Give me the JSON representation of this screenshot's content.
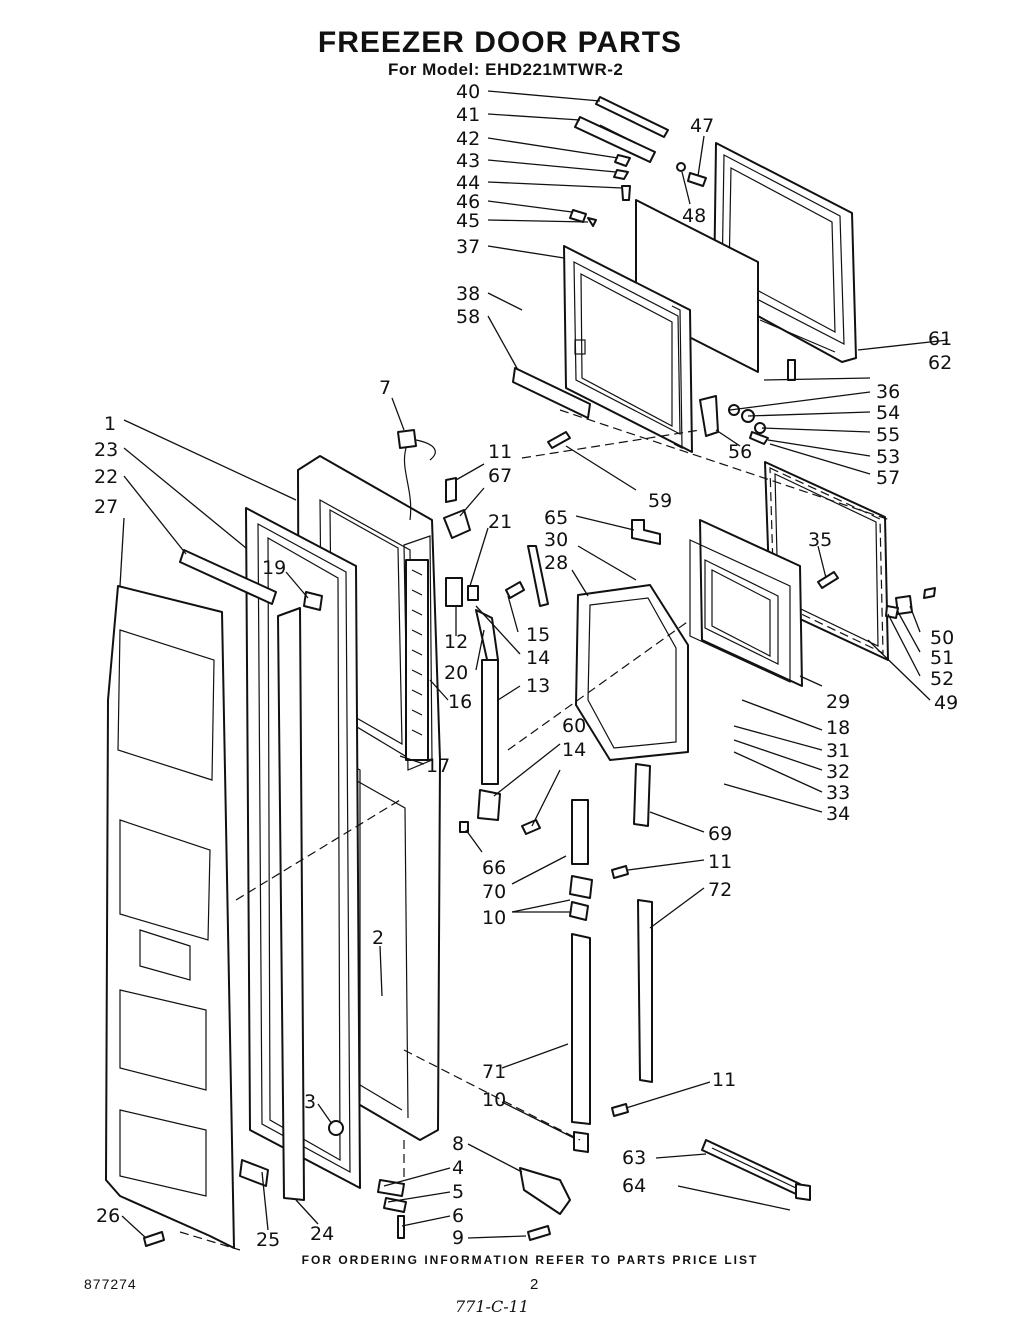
{
  "header": {
    "title": "FREEZER DOOR PARTS",
    "model_line": "For Model: EHD221MTWR-2"
  },
  "footer": {
    "ordering_note": "FOR ORDERING INFORMATION REFER TO PARTS PRICE LIST",
    "document_number": "877274",
    "page_number": "2",
    "handwritten_note": "771-C-11"
  },
  "callouts": [
    {
      "id": "c40",
      "label": "40"
    },
    {
      "id": "c41",
      "label": "41"
    },
    {
      "id": "c42",
      "label": "42"
    },
    {
      "id": "c43",
      "label": "43"
    },
    {
      "id": "c44",
      "label": "44"
    },
    {
      "id": "c46",
      "label": "46"
    },
    {
      "id": "c45",
      "label": "45"
    },
    {
      "id": "c47",
      "label": "47"
    },
    {
      "id": "c48",
      "label": "48"
    },
    {
      "id": "c37",
      "label": "37"
    },
    {
      "id": "c38",
      "label": "38"
    },
    {
      "id": "c58",
      "label": "58"
    },
    {
      "id": "c61",
      "label": "61"
    },
    {
      "id": "c62",
      "label": "62"
    },
    {
      "id": "c36",
      "label": "36"
    },
    {
      "id": "c54",
      "label": "54"
    },
    {
      "id": "c55",
      "label": "55"
    },
    {
      "id": "c53",
      "label": "53"
    },
    {
      "id": "c56",
      "label": "56"
    },
    {
      "id": "c57",
      "label": "57"
    },
    {
      "id": "c59",
      "label": "59"
    },
    {
      "id": "c7",
      "label": "7"
    },
    {
      "id": "c1",
      "label": "1"
    },
    {
      "id": "c23",
      "label": "23"
    },
    {
      "id": "c22",
      "label": "22"
    },
    {
      "id": "c27",
      "label": "27"
    },
    {
      "id": "c11a",
      "label": "11"
    },
    {
      "id": "c67",
      "label": "67"
    },
    {
      "id": "c21",
      "label": "21"
    },
    {
      "id": "c65",
      "label": "65"
    },
    {
      "id": "c30",
      "label": "30"
    },
    {
      "id": "c28",
      "label": "28"
    },
    {
      "id": "c35",
      "label": "35"
    },
    {
      "id": "c19",
      "label": "19"
    },
    {
      "id": "c12",
      "label": "12"
    },
    {
      "id": "c15",
      "label": "15"
    },
    {
      "id": "c14a",
      "label": "14"
    },
    {
      "id": "c20",
      "label": "20"
    },
    {
      "id": "c13",
      "label": "13"
    },
    {
      "id": "c16",
      "label": "16"
    },
    {
      "id": "c50",
      "label": "50"
    },
    {
      "id": "c51",
      "label": "51"
    },
    {
      "id": "c52",
      "label": "52"
    },
    {
      "id": "c29",
      "label": "29"
    },
    {
      "id": "c49",
      "label": "49"
    },
    {
      "id": "c18",
      "label": "18"
    },
    {
      "id": "c60",
      "label": "60"
    },
    {
      "id": "c14b",
      "label": "14"
    },
    {
      "id": "c17",
      "label": "17"
    },
    {
      "id": "c31",
      "label": "31"
    },
    {
      "id": "c32",
      "label": "32"
    },
    {
      "id": "c33",
      "label": "33"
    },
    {
      "id": "c34",
      "label": "34"
    },
    {
      "id": "c69",
      "label": "69"
    },
    {
      "id": "c66",
      "label": "66"
    },
    {
      "id": "c11b",
      "label": "11"
    },
    {
      "id": "c70",
      "label": "70"
    },
    {
      "id": "c72",
      "label": "72"
    },
    {
      "id": "c10a",
      "label": "10"
    },
    {
      "id": "c2",
      "label": "2"
    },
    {
      "id": "c71",
      "label": "71"
    },
    {
      "id": "c11c",
      "label": "11"
    },
    {
      "id": "c10b",
      "label": "10"
    },
    {
      "id": "c3",
      "label": "3"
    },
    {
      "id": "c8",
      "label": "8"
    },
    {
      "id": "c63",
      "label": "63"
    },
    {
      "id": "c4",
      "label": "4"
    },
    {
      "id": "c5",
      "label": "5"
    },
    {
      "id": "c64",
      "label": "64"
    },
    {
      "id": "c6",
      "label": "6"
    },
    {
      "id": "c9",
      "label": "9"
    },
    {
      "id": "c26",
      "label": "26"
    },
    {
      "id": "c25",
      "label": "25"
    },
    {
      "id": "c24",
      "label": "24"
    }
  ]
}
